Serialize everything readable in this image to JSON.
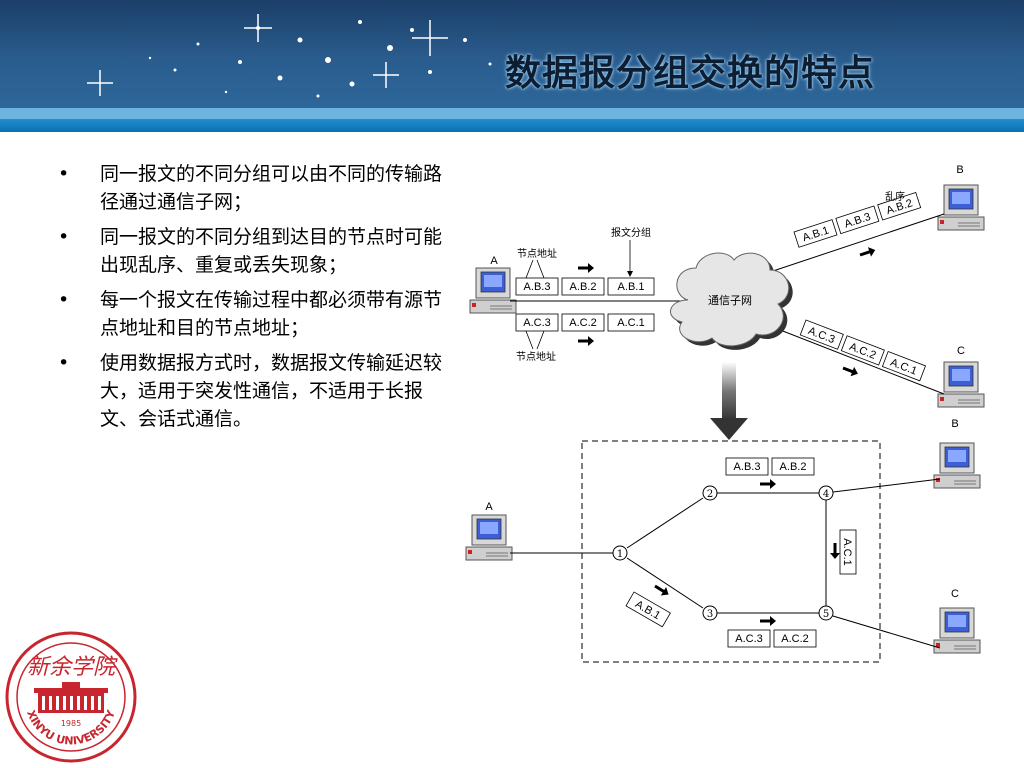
{
  "slide": {
    "title": "数据报分组交换的特点",
    "bullets": [
      "同一报文的不同分组可以由不同的传输路径通过通信子网；",
      "同一报文的不同分组到达目的节点时可能出现乱序、重复或丢失现象；",
      "每一个报文在传输过程中都必须带有源节点地址和目的节点地址；",
      "使用数据报方式时，数据报文传输延迟较大，适用于突发性通信，不适用于长报文、会话式通信。"
    ],
    "bullet_symbol": "•"
  },
  "top_diagram": {
    "host_a": "A",
    "host_b": "B",
    "host_c": "C",
    "cloud_label": "通信子网",
    "label_node_addr_top": "节点地址",
    "label_node_addr_bottom": "节点地址",
    "label_packets": "报文分组",
    "label_out_of_order": "乱序",
    "row_b_packets": [
      "A.B.3",
      "A.B.2",
      "A.B.1"
    ],
    "row_c_packets": [
      "A.C.3",
      "A.C.2",
      "A.C.1"
    ],
    "arrived_b": [
      "A.B.1",
      "A.B.3",
      "A.B.2"
    ],
    "arrived_c": [
      "A.C.3",
      "A.C.2",
      "A.C.1"
    ]
  },
  "bottom_diagram": {
    "host_a": "A",
    "host_b": "B",
    "host_c": "C",
    "nodes": [
      "1",
      "2",
      "3",
      "4",
      "5"
    ],
    "packets_24": [
      "A.B.3",
      "A.B.2"
    ],
    "packets_35": [
      "A.C.3",
      "A.C.2"
    ],
    "packet_45": "A.C.1",
    "packet_13": "A.B.1"
  },
  "logo": {
    "name": "新余学院",
    "year": "1985",
    "text": "XINYU UNIVERSITY"
  },
  "colors": {
    "header_dark": "#1b3f68",
    "header_stripe": "#1d8fd0",
    "logo_red": "#c8262e"
  }
}
